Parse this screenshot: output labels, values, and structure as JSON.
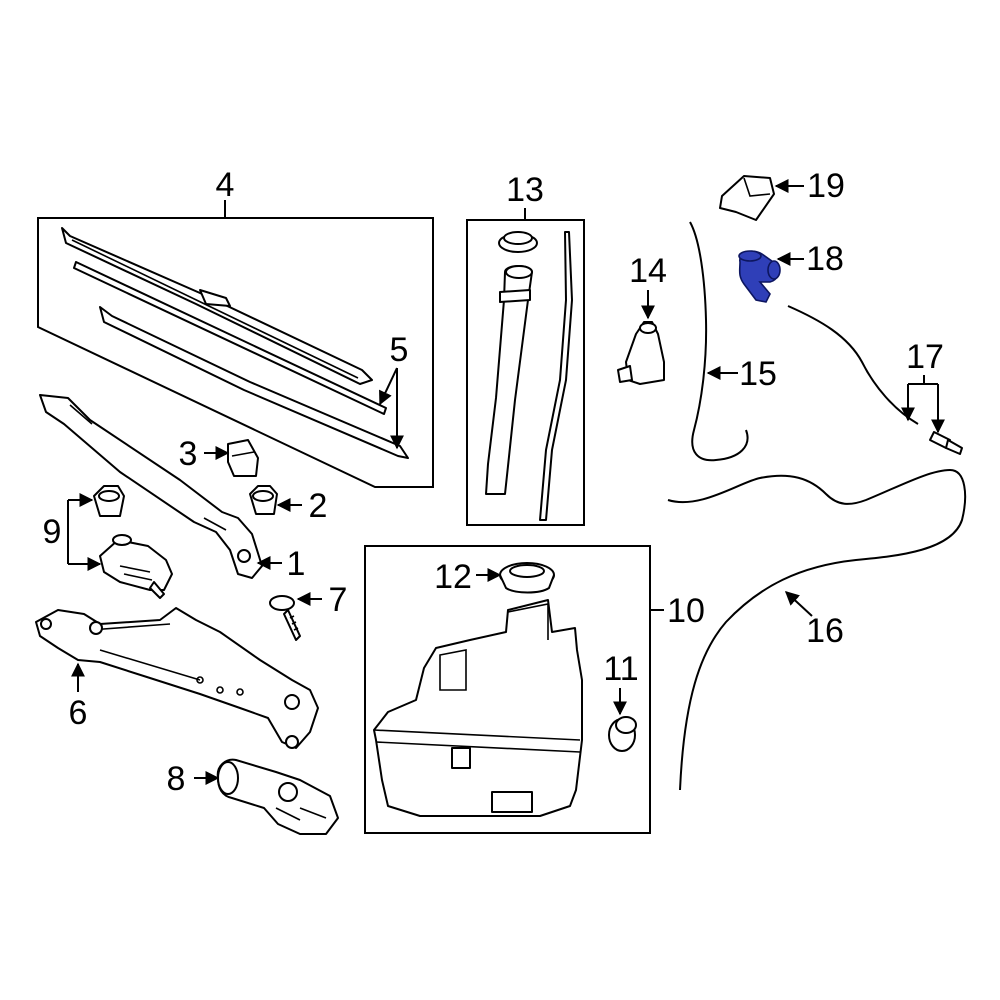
{
  "callouts": {
    "c1": "1",
    "c2": "2",
    "c3": "3",
    "c4": "4",
    "c5": "5",
    "c6": "6",
    "c7": "7",
    "c8": "8",
    "c9": "9",
    "c10": "10",
    "c11": "11",
    "c12": "12",
    "c13": "13",
    "c14": "14",
    "c15": "15",
    "c16": "16",
    "c17": "17",
    "c18": "18",
    "c19": "19"
  },
  "highlight_color": "#2f3fb8",
  "highlighted_part": "18"
}
